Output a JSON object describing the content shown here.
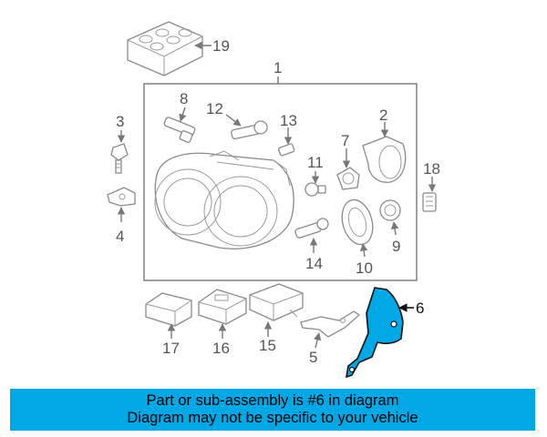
{
  "diagram": {
    "labels": {
      "p1": "1",
      "p2": "2",
      "p3": "3",
      "p4": "4",
      "p5": "5",
      "p6": "6",
      "p7": "7",
      "p8": "8",
      "p9": "9",
      "p10": "10",
      "p11": "11",
      "p12": "12",
      "p13": "13",
      "p14": "14",
      "p15": "15",
      "p16": "16",
      "p17": "17",
      "p18": "18",
      "p19": "19"
    },
    "highlight_color": "#00a9e6"
  },
  "banner": {
    "line1": "Part or sub-assembly is #6 in diagram",
    "line2": "Diagram may not be specific to your vehicle"
  }
}
